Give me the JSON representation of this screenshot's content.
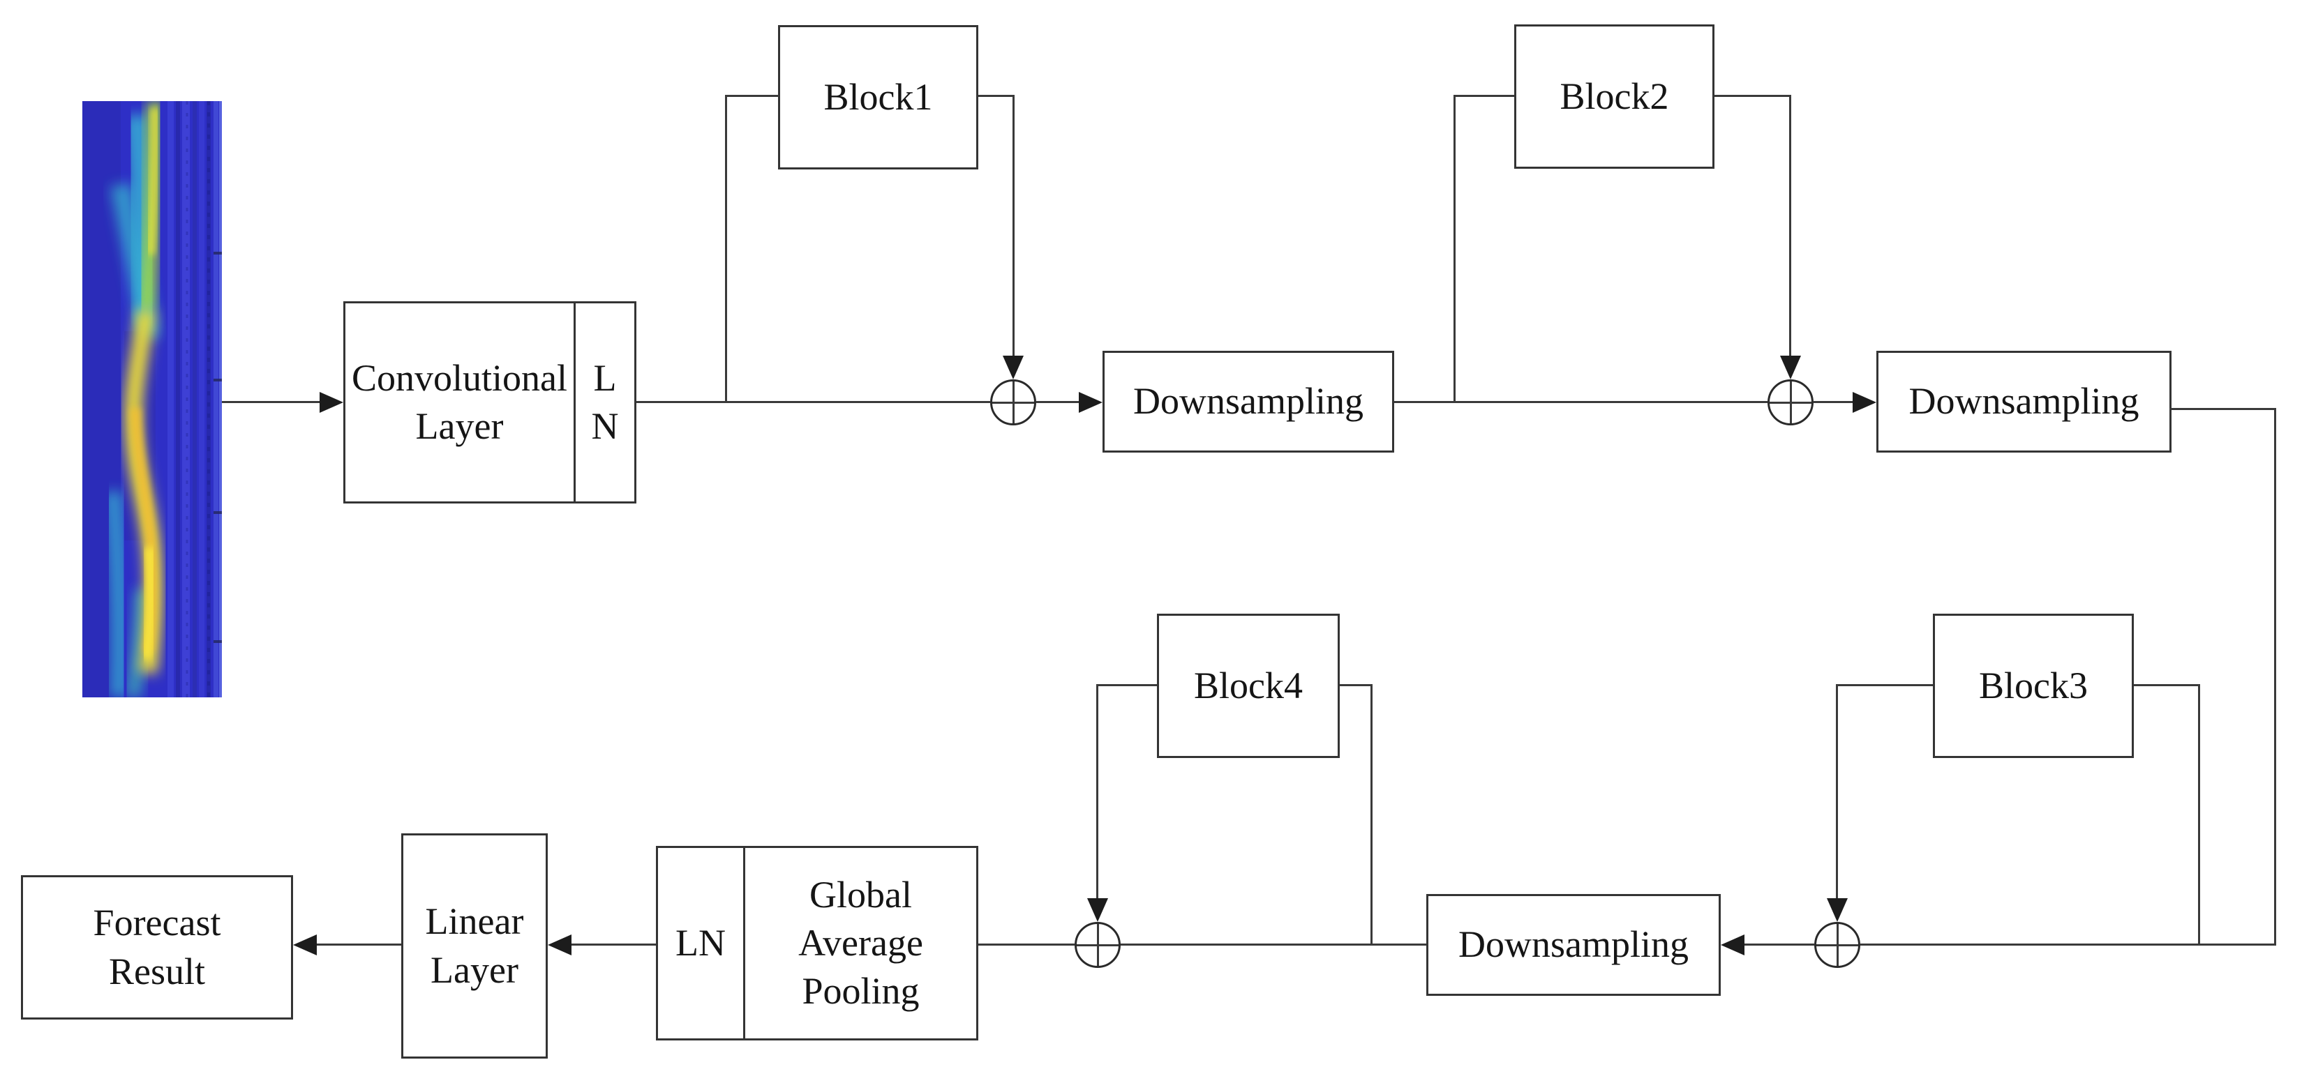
{
  "diagram": {
    "kind": "neural-network-architecture-flowchart",
    "colors": {
      "background": "#ffffff",
      "line": "#3a3a3a",
      "box_border": "#343434",
      "box_background": "#ffffff",
      "text": "#151515",
      "spectrogram_base": "#2e2fc6",
      "spectrogram_accents": [
        "#35c0ce",
        "#b8dc3c",
        "#f2e23c",
        "#eda42f",
        "#4a52e2"
      ]
    },
    "nodes": {
      "conv": {
        "lines": [
          "Convolutional",
          "Layer"
        ]
      },
      "ln_top": {
        "lines": [
          "L",
          "N"
        ]
      },
      "block1": {
        "label": "Block1"
      },
      "block2": {
        "label": "Block2"
      },
      "block3": {
        "label": "Block3"
      },
      "block4": {
        "label": "Block4"
      },
      "downsampling1": {
        "label": "Downsampling"
      },
      "downsampling2": {
        "label": "Downsampling"
      },
      "downsampling3": {
        "label": "Downsampling"
      },
      "ln_bottom": {
        "label": "LN"
      },
      "gap": {
        "lines": [
          "Global",
          "Average",
          "Pooling"
        ]
      },
      "linear": {
        "lines": [
          "Linear",
          "Layer"
        ]
      },
      "forecast": {
        "lines": [
          "Forecast",
          "Result"
        ]
      }
    },
    "junctions": {
      "sum_symbol": "circled-plus",
      "count": 4
    }
  }
}
